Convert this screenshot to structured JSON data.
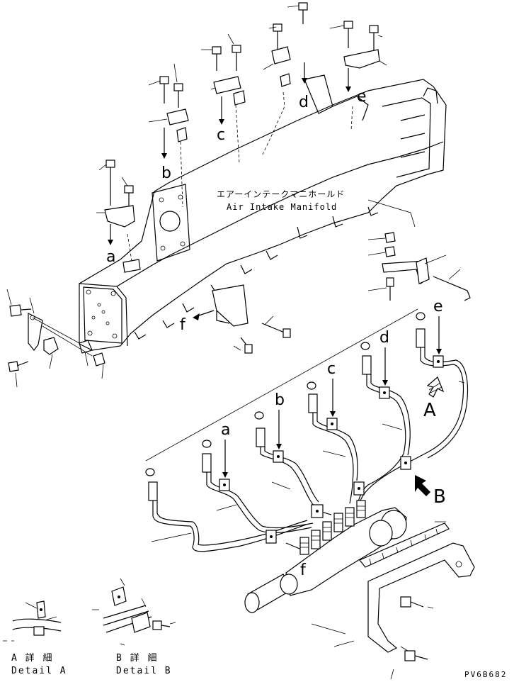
{
  "labels": {
    "a1": "a",
    "b1": "b",
    "c1": "c",
    "d1": "d",
    "e1": "e",
    "f1": "f",
    "a2": "a",
    "b2": "b",
    "c2": "c",
    "d2": "d",
    "e2": "e",
    "f2": "f",
    "A": "A",
    "B": "B"
  },
  "manifold": {
    "jp": "エアーインテークマニホールド",
    "en": "Air Intake Manifold"
  },
  "details": {
    "a_jp": "A 詳 細",
    "a_en": "Detail A",
    "b_jp": "B 詳 細",
    "b_en": "Detail B"
  },
  "drawing_code": "PV6B682"
}
